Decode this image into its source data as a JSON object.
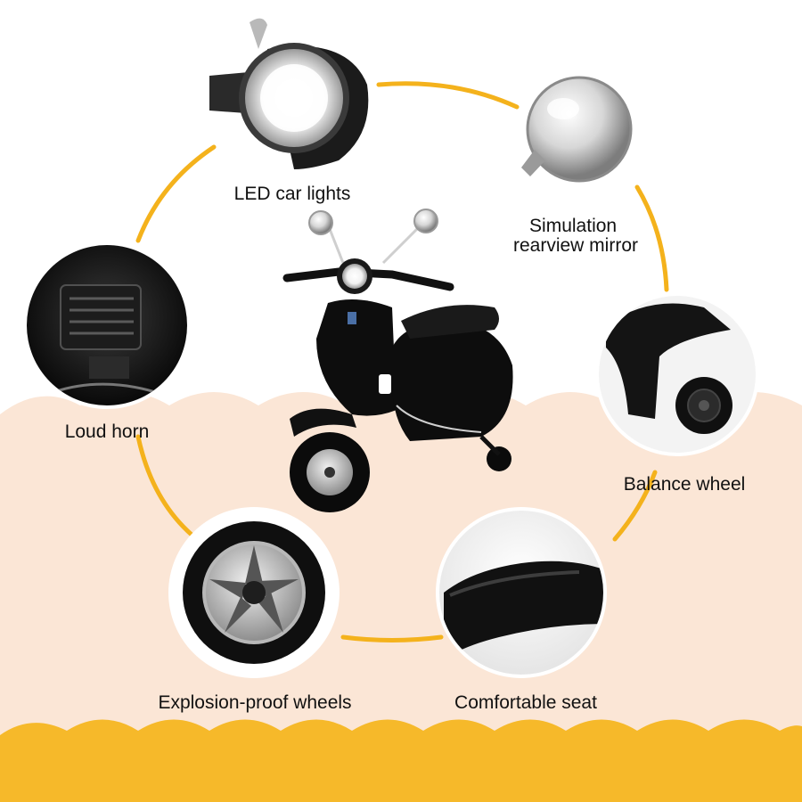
{
  "colors": {
    "accent": "#f4b21c",
    "background_cream": "#fbe6d6",
    "bottom_band": "#f6b92a",
    "scooter_body": "#0d0d0d"
  },
  "features": {
    "led_lights": {
      "label": "LED car lights",
      "icon": "headlight-icon"
    },
    "mirror": {
      "label_line1": "Simulation",
      "label_line2": "rearview mirror",
      "icon": "mirror-icon"
    },
    "horn": {
      "label": "Loud horn",
      "icon": "horn-icon"
    },
    "balance_wheel": {
      "label": "Balance wheel",
      "icon": "balance-wheel-icon"
    },
    "wheels": {
      "label": "Explosion-proof wheels",
      "icon": "wheel-icon"
    },
    "seat": {
      "label": "Comfortable seat",
      "icon": "seat-icon"
    }
  }
}
